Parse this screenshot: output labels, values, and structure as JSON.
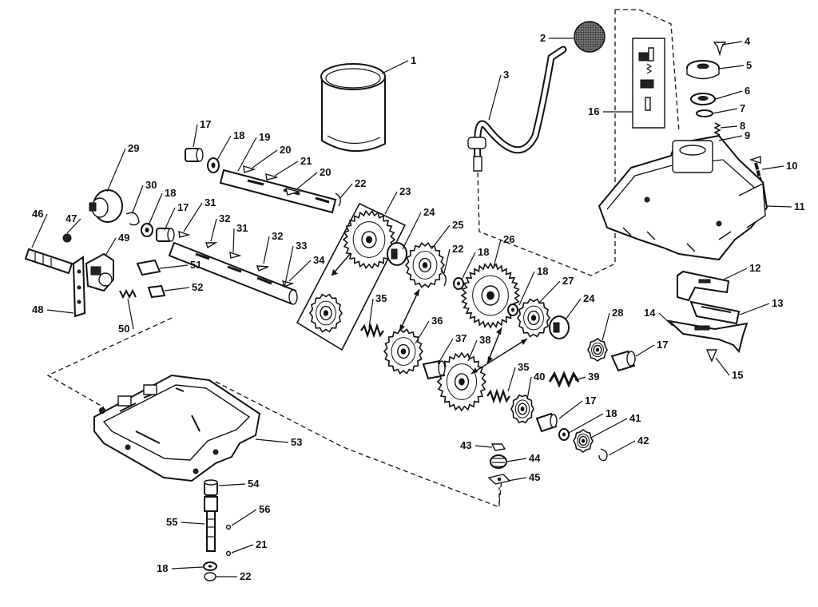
{
  "colors": {
    "ink": "#111111",
    "paper": "#ffffff",
    "screen": "#555555"
  },
  "parts": [
    {
      "id": "cup",
      "label": "1"
    },
    {
      "id": "cap",
      "label": "2"
    },
    {
      "id": "tube",
      "label": "3"
    },
    {
      "id": "screw",
      "label": "4"
    },
    {
      "id": "plate-top",
      "label": "5"
    },
    {
      "id": "seal-a",
      "label": "6"
    },
    {
      "id": "seal-b",
      "label": "7"
    },
    {
      "id": "spring-small",
      "label": "8"
    },
    {
      "id": "ball",
      "label": "9"
    },
    {
      "id": "bolt",
      "label": "10"
    },
    {
      "id": "housing-upper",
      "label": "11"
    },
    {
      "id": "bracket-upper",
      "label": "12"
    },
    {
      "id": "bracket-lower",
      "label": "13"
    },
    {
      "id": "bracket-base",
      "label": "14"
    },
    {
      "id": "screw-bracket",
      "label": "15"
    },
    {
      "id": "valve-kit",
      "label": "16"
    },
    {
      "id": "bearing-17a",
      "label": "17"
    },
    {
      "id": "washer-18a",
      "label": "18"
    },
    {
      "id": "shaft-upper",
      "label": "19"
    },
    {
      "id": "key-20a",
      "label": "20"
    },
    {
      "id": "key-21",
      "label": "21"
    },
    {
      "id": "key-20b",
      "label": "20"
    },
    {
      "id": "ring-22a",
      "label": "22"
    },
    {
      "id": "gear-cluster",
      "label": "23"
    },
    {
      "id": "clutch-24a",
      "label": "24"
    },
    {
      "id": "gear-25",
      "label": "25"
    },
    {
      "id": "ring-22b",
      "label": "22"
    },
    {
      "id": "washer-18b",
      "label": "18"
    },
    {
      "id": "bevel-26",
      "label": "26"
    },
    {
      "id": "washer-18c",
      "label": "18"
    },
    {
      "id": "gear-27",
      "label": "27"
    },
    {
      "id": "clutch-24b",
      "label": "24"
    },
    {
      "id": "sprocket-28",
      "label": "28"
    },
    {
      "id": "bearing-17b",
      "label": "17"
    },
    {
      "id": "knob-29",
      "label": "29"
    },
    {
      "id": "clip-30",
      "label": "30"
    },
    {
      "id": "washer-18d",
      "label": "18"
    },
    {
      "id": "bearing-17c",
      "label": "17"
    },
    {
      "id": "key-31a",
      "label": "31"
    },
    {
      "id": "key-32a",
      "label": "32"
    },
    {
      "id": "key-31b",
      "label": "31"
    },
    {
      "id": "key-32b",
      "label": "32"
    },
    {
      "id": "shaft-lower",
      "label": "33"
    },
    {
      "id": "key-34",
      "label": "34"
    },
    {
      "id": "spring-35a",
      "label": "35"
    },
    {
      "id": "gear-36",
      "label": "36"
    },
    {
      "id": "spacer-37",
      "label": "37"
    },
    {
      "id": "gear-38",
      "label": "38"
    },
    {
      "id": "spring-35b",
      "label": "35"
    },
    {
      "id": "spring-39",
      "label": "39"
    },
    {
      "id": "gear-40",
      "label": "40"
    },
    {
      "id": "bearing-17d",
      "label": "17"
    },
    {
      "id": "washer-18e",
      "label": "18"
    },
    {
      "id": "sprocket-41",
      "label": "41"
    },
    {
      "id": "ring-42",
      "label": "42"
    },
    {
      "id": "nut-43",
      "label": "43"
    },
    {
      "id": "nut-44",
      "label": "44"
    },
    {
      "id": "plate-45",
      "label": "45"
    },
    {
      "id": "pin-46",
      "label": "46"
    },
    {
      "id": "nut-47",
      "label": "47"
    },
    {
      "id": "lever-48",
      "label": "48"
    },
    {
      "id": "block-49",
      "label": "49"
    },
    {
      "id": "spring-50",
      "label": "50"
    },
    {
      "id": "pad-51",
      "label": "51"
    },
    {
      "id": "pad-52",
      "label": "52"
    },
    {
      "id": "housing-lower",
      "label": "53"
    },
    {
      "id": "cap-54",
      "label": "54"
    },
    {
      "id": "shaft-55",
      "label": "55"
    },
    {
      "id": "ball-56",
      "label": "56"
    },
    {
      "id": "ball-21",
      "label": "21"
    },
    {
      "id": "washer-18f",
      "label": "18"
    },
    {
      "id": "ring-22c",
      "label": "22"
    }
  ]
}
